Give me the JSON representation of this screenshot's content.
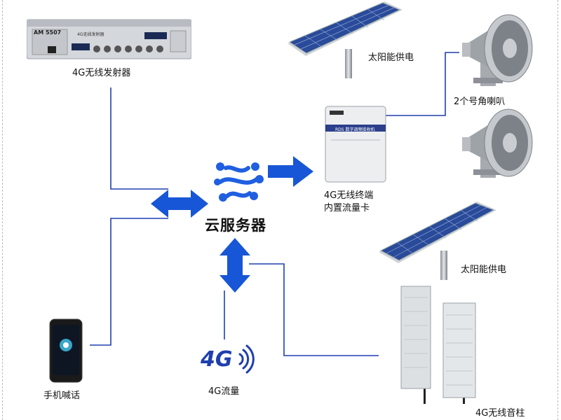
{
  "labels": {
    "transmitter": "4G无线发射器",
    "solar_top": "太阳能供电",
    "horns": "2个号角喇叭",
    "cloud": "云服务器",
    "terminal_line1": "4G无线终端",
    "terminal_line2": "内置流量卡",
    "solar_bottom": "太阳能供电",
    "phone": "手机喊话",
    "flow": "4G流量",
    "column": "4G无线音柱"
  },
  "device_text": {
    "amp_brand": "AM 5507",
    "amp_model": "4G无线发射器",
    "box_title": "RDS 数字调频接收机",
    "four_g": "4G"
  },
  "colors": {
    "wire": "#1f3fae",
    "arrow": "#1756d6",
    "cloud_icon": "#1f5fe0"
  }
}
